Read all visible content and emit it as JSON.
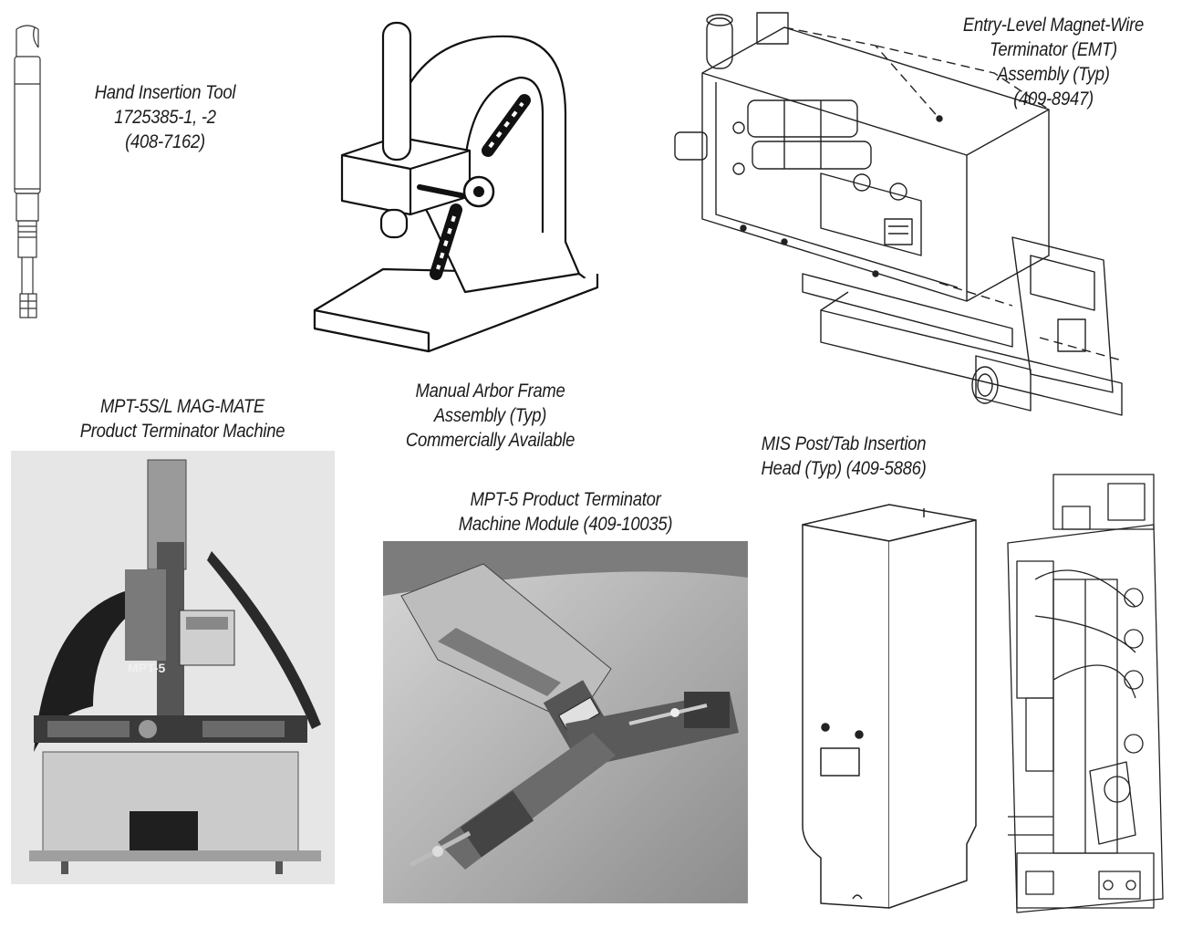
{
  "captions": {
    "hand_tool": [
      "Hand Insertion Tool",
      "1725385-1, -2",
      "(408-7162)"
    ],
    "arbor_frame": [
      "Manual Arbor Frame",
      "Assembly (Typ)",
      "Commercially Available"
    ],
    "emt": [
      "Entry-Level Magnet-Wire",
      "Terminator (EMT)",
      "Assembly (Typ)",
      "(409-8947)"
    ],
    "mpt5sl": [
      "MPT-5S/L MAG-MATE",
      "Product Terminator Machine"
    ],
    "mpt5": [
      "MPT-5 Product Terminator",
      "Machine Module (409-10035)"
    ],
    "mis": [
      "MIS Post/Tab Insertion",
      "Head (Typ) (409-5886)"
    ]
  },
  "machine_label": "MPT-5",
  "icons": {
    "hand_tool": "hand-insertion-tool-icon",
    "arbor_frame": "arbor-press-icon",
    "emt": "emt-assembly-icon",
    "mpt5sl": "mpt5sl-machine-photo",
    "mpt5": "mpt5-module-photo",
    "mis_cover": "mis-cover-icon",
    "mis_internal": "mis-internal-mechanism-icon"
  }
}
